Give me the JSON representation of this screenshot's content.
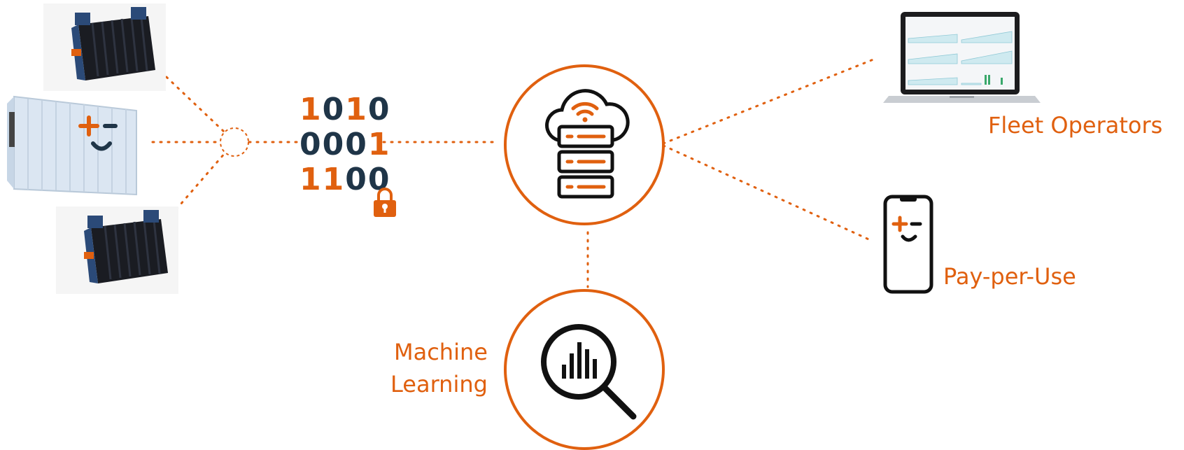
{
  "colors": {
    "accent": "#e0600f",
    "dark": "#1f3548",
    "black": "#111111"
  },
  "binary": {
    "rows": [
      [
        {
          "c": "1",
          "o": true
        },
        {
          "c": "0",
          "o": false
        },
        {
          "c": "1",
          "o": true
        },
        {
          "c": "0",
          "o": false
        }
      ],
      [
        {
          "c": "0",
          "o": false
        },
        {
          "c": "0",
          "o": false
        },
        {
          "c": "0",
          "o": false
        },
        {
          "c": "1",
          "o": true
        }
      ],
      [
        {
          "c": "1",
          "o": true
        },
        {
          "c": "1",
          "o": true
        },
        {
          "c": "0",
          "o": false
        },
        {
          "c": "0",
          "o": false
        }
      ]
    ]
  },
  "labels": {
    "fleet_operators": "Fleet Operators",
    "pay_per_use": "Pay-per-Use",
    "machine_learning_line1": "Machine",
    "machine_learning_line2": "Learning"
  },
  "icons": [
    "battery-module-icon",
    "battery-container-icon",
    "lock-icon",
    "cloud-server-icon",
    "analytics-magnifier-icon",
    "laptop-dashboard-icon",
    "smartphone-app-icon"
  ]
}
